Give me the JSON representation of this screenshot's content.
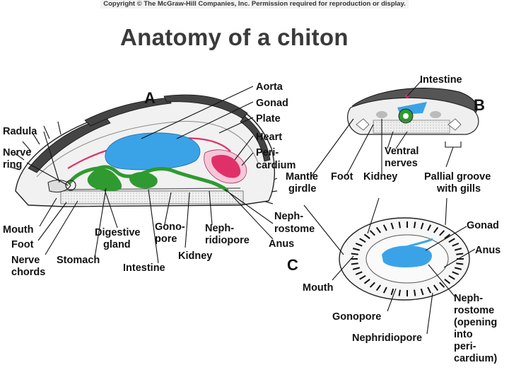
{
  "copyright": "Copyright © The McGraw-Hill Companies, Inc. Permission required for reproduction or display.",
  "title": "Anatomy of a chiton",
  "panels": {
    "a": "A",
    "b": "B",
    "c": "C"
  },
  "labels_a": {
    "aorta": "Aorta",
    "gonad": "Gonad",
    "plate": "Plate",
    "heart": "Heart",
    "pericardium_1": "Peri-",
    "pericardium_2": "cardium",
    "radula": "Radula",
    "nerve_ring_1": "Nerve",
    "nerve_ring_2": "ring",
    "mouth": "Mouth",
    "foot": "Foot",
    "nerve_chords_1": "Nerve",
    "nerve_chords_2": "chords",
    "digestive_gland_1": "Digestive",
    "digestive_gland_2": "gland",
    "stomach": "Stomach",
    "gonopore_1": "Gono-",
    "gonopore_2": "pore",
    "intestine": "Intestine",
    "nephridiopore_1": "Neph-",
    "nephridiopore_2": "ridiopore",
    "kidney": "Kidney",
    "nephrostome_1": "Neph-",
    "nephrostome_2": "rostome",
    "anus": "Anus"
  },
  "labels_b": {
    "intestine": "Intestine",
    "ventral_nerves_1": "Ventral",
    "ventral_nerves_2": "nerves",
    "mantle_girdle_1": "Mantle",
    "mantle_girdle_2": "girdle",
    "foot": "Foot",
    "kidney": "Kidney",
    "pallial_groove_1": "Pallial groove",
    "pallial_groove_2": "with gills"
  },
  "labels_c": {
    "gonad": "Gonad",
    "anus": "Anus",
    "mouth": "Mouth",
    "gonopore": "Gonopore",
    "nephridiopore": "Nephridiopore",
    "nephrostome_1": "Neph-",
    "nephrostome_2": "rostome",
    "nephrostome_3": "(opening",
    "nephrostome_4": "into",
    "nephrostome_5": "peri-",
    "nephrostome_6": "cardium)"
  },
  "colors": {
    "gonad": "#3aa3e8",
    "digestive": "#2f9a2f",
    "heart": "#e0306a",
    "pericardium": "#f6c6d8",
    "body": "#ececec",
    "shell": "#555555"
  }
}
